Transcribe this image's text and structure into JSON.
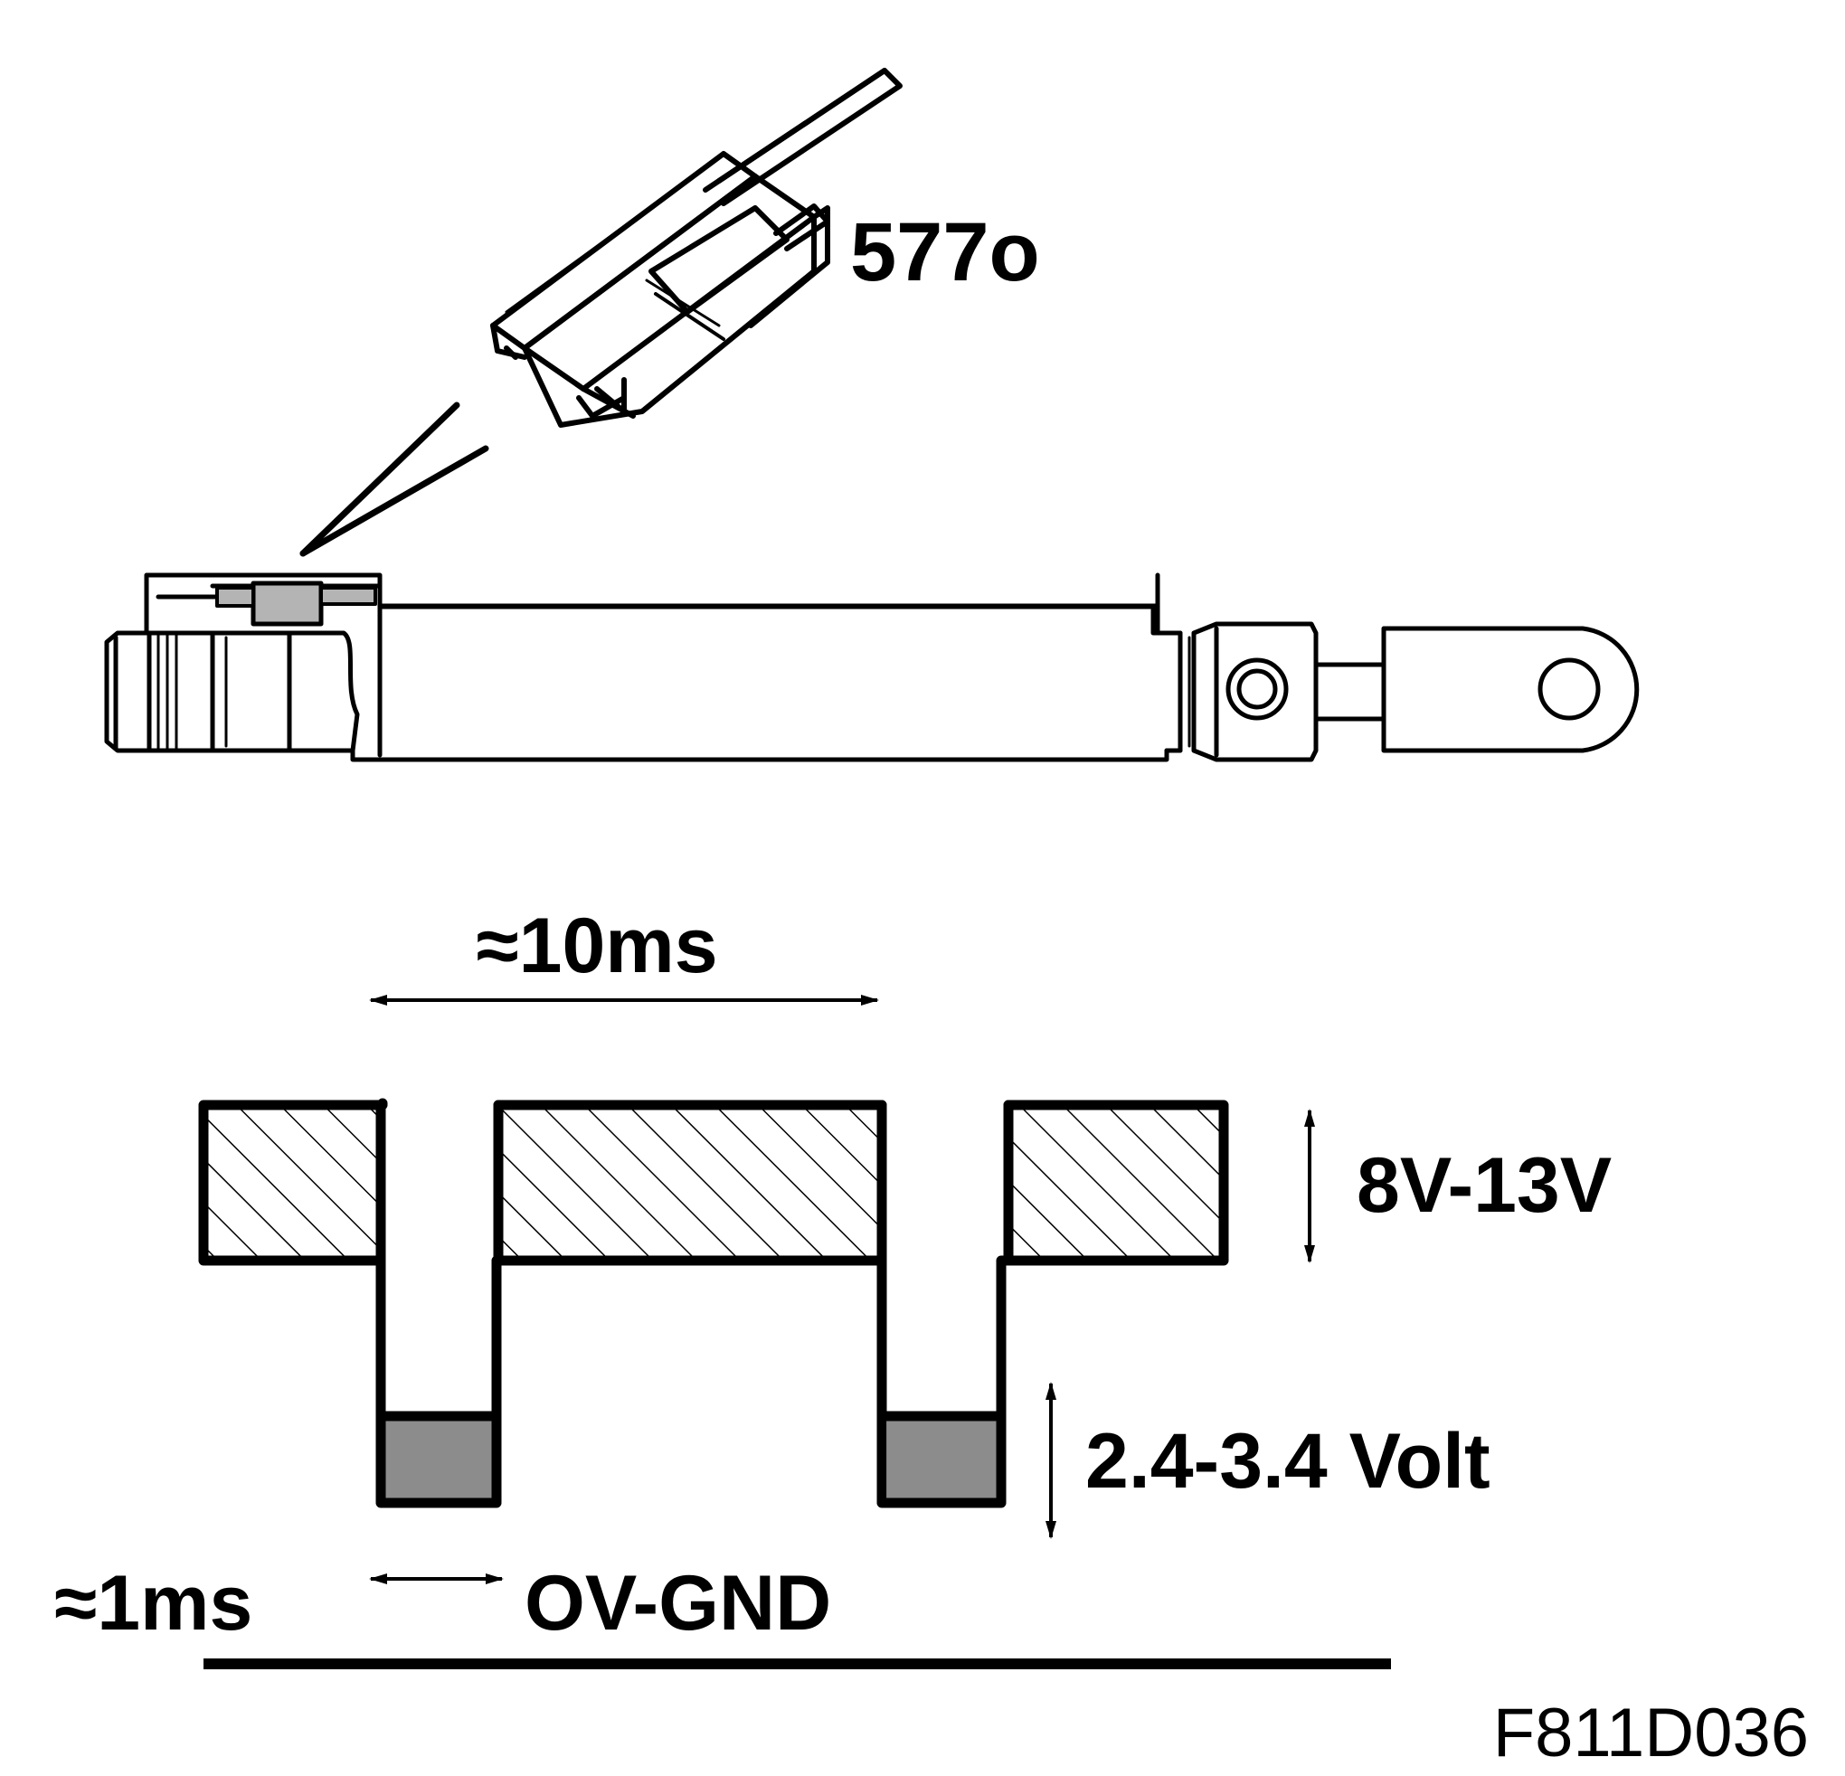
{
  "labels": {
    "connector_part": "577o",
    "period": "≈10ms",
    "high_level": "8V-13V",
    "low_level": "2.4-3.4 Volt",
    "pulse_width": "≈1ms",
    "ground": "OV-GND",
    "figure_code": "F811D036"
  },
  "colors": {
    "line": "#000000",
    "low_fill": "#8c8c8c",
    "sensor_fill": "#b4b4b4",
    "background": "#ffffff"
  }
}
